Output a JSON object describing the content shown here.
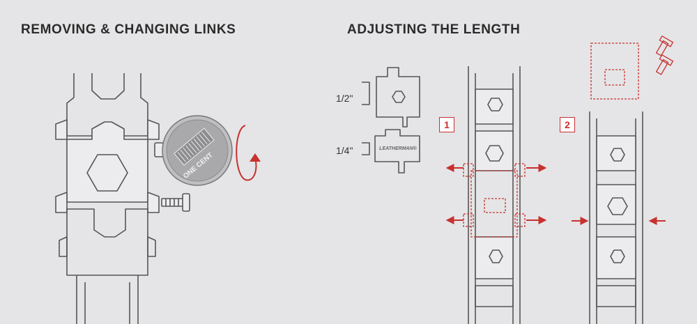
{
  "headings": {
    "removing": "REMOVING & CHANGING LINKS",
    "adjusting": "ADJUSTING THE LENGTH"
  },
  "coin": {
    "text": "ONE CENT"
  },
  "sizes": {
    "half": "1/2\"",
    "quarter": "1/4\""
  },
  "link_brand": "LEATHERMAN®",
  "steps": {
    "one": "1",
    "two": "2"
  },
  "colors": {
    "accent": "#c7312e",
    "line": "#555555",
    "background": "#e5e5e7"
  },
  "icons": [
    "rotate-arrow-icon",
    "screw-icon",
    "arrow-left-icon",
    "arrow-right-icon"
  ]
}
